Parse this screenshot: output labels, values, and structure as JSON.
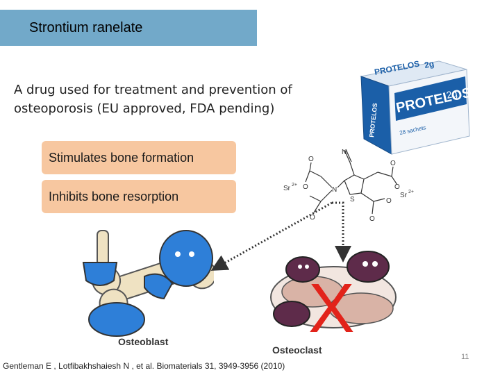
{
  "slide": {
    "title": "Strontium ranelate",
    "intro": "A drug used for treatment and prevention of osteoporosis (EU approved, FDA pending)",
    "effects": [
      "Stimulates bone formation",
      "Inhibits bone resorption"
    ],
    "citation": "Gentleman E , Lotfibakhshaiesh N , et al. Biomaterials 31, 3949-3956 (2010)",
    "page_number": "11"
  },
  "package": {
    "brand": "PROTELOS",
    "dose": "2g",
    "sachets": "28 sachets"
  },
  "molecule": {
    "sr_label": "Sr",
    "charge": "2+",
    "n_label": "N",
    "s_label": "S",
    "o_label": "O"
  },
  "cells": {
    "osteoblast": "Osteoblast",
    "osteoclast": "Osteoclast",
    "block_mark": "X"
  },
  "colors": {
    "title_bar": "#72a9c9",
    "pill": "#f7c7a0",
    "x_mark": "#e2231a",
    "box_blue": "#1b5fa8"
  }
}
